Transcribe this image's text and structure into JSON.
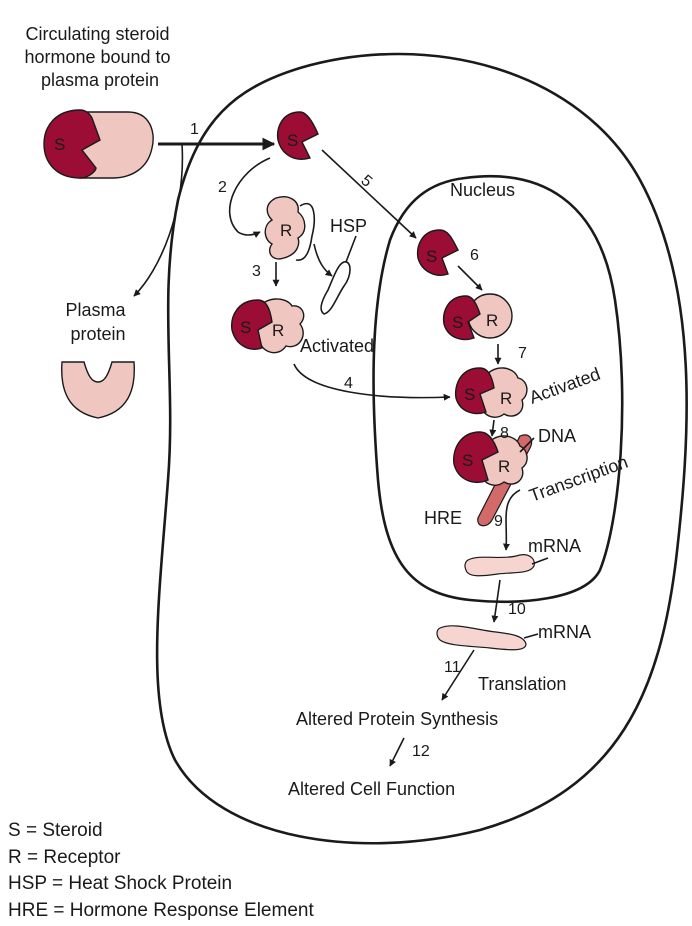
{
  "labels": {
    "circulating": [
      "Circulating steroid",
      "hormone bound to",
      "plasma protein"
    ],
    "plasma_protein": [
      "Plasma",
      "protein"
    ],
    "nucleus": "Nucleus",
    "hsp": "HSP",
    "activated_1": "Activated",
    "activated_2": "Activated",
    "dna": "DNA",
    "transcription": "Transcription",
    "hre": "HRE",
    "mrna_1": "mRNA",
    "mrna_2": "mRNA",
    "translation": "Translation",
    "altered_protein": "Altered Protein Synthesis",
    "altered_cell": "Altered Cell Function"
  },
  "symbols": {
    "s": "S",
    "r": "R"
  },
  "steps": [
    "1",
    "2",
    "3",
    "4",
    "5",
    "6",
    "7",
    "8",
    "9",
    "10",
    "11",
    "12"
  ],
  "legend": [
    "S = Steroid",
    "R = Receptor",
    "HSP = Heat Shock Protein",
    "HRE = Hormone Response Element"
  ],
  "colors": {
    "steroid": "#9b0d35",
    "receptor": "#f0c6c0",
    "dna": "#d36a6a",
    "mrna": "#f6d4d0"
  }
}
